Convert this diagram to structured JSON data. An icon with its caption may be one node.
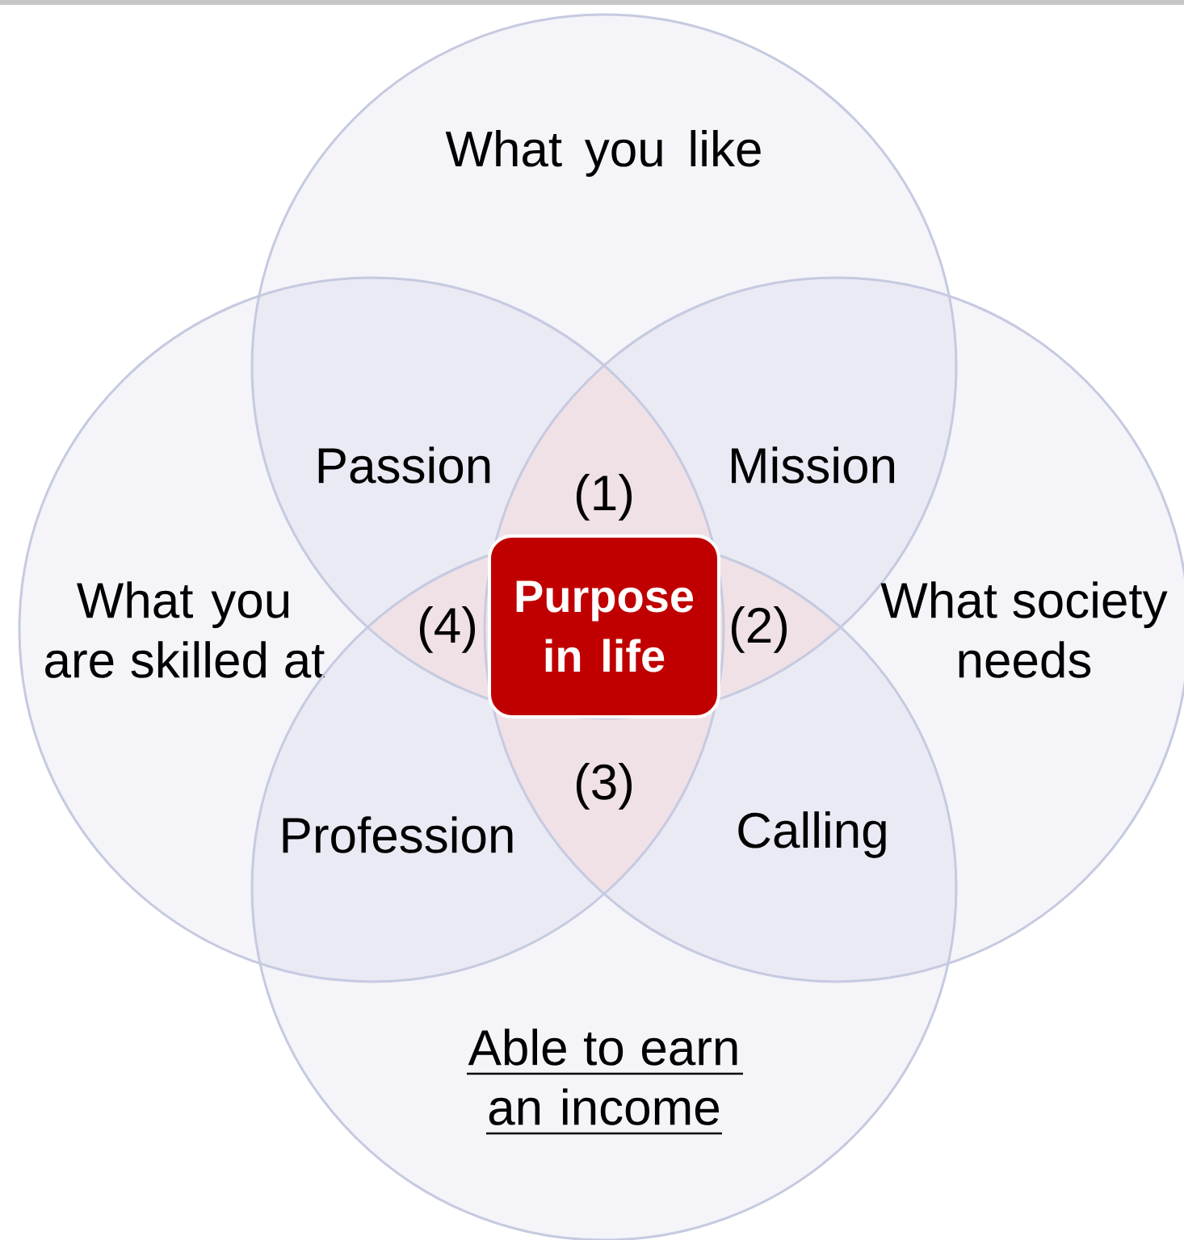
{
  "diagram": {
    "nodes": [
      {
        "text": [
          "What you like"
        ]
      },
      {
        "text": [
          "What you are skilled at"
        ]
      },
      {
        "text": [
          "What society needs"
        ]
      },
      {
        "text": [
          "Able to earn an income"
        ]
      },
      {
        "text": [
          "Purpose in life"
        ]
      }
    ],
    "labels": [
      "Passion",
      "(1)",
      "Mission",
      "(4)",
      "(2)",
      "(3)",
      "Profession",
      "Calling"
    ]
  }
}
